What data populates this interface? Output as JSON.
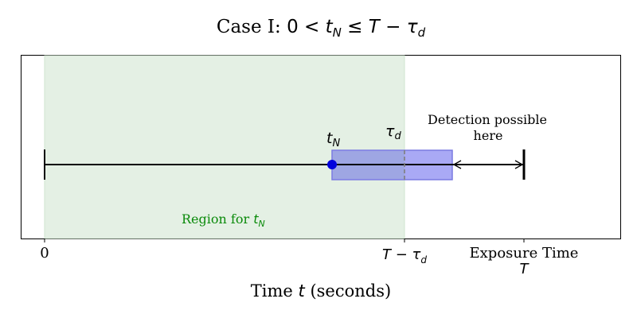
{
  "title": {
    "prefix": "Case I: ",
    "expr": [
      {
        "t": "0 < ",
        "i": false
      },
      {
        "t": "t",
        "i": true
      },
      {
        "t": "N",
        "i": true,
        "sub": true
      },
      {
        "t": " ≤ ",
        "i": false
      },
      {
        "t": "T",
        "i": true
      },
      {
        "t": " − ",
        "i": false
      },
      {
        "t": "τ",
        "i": true
      },
      {
        "t": "d",
        "i": true,
        "sub": true
      }
    ]
  },
  "xlabel": {
    "pre": "Time ",
    "var": "t",
    "post": " (seconds)"
  },
  "ticks": {
    "zero": "0",
    "t_minus_tau": [
      {
        "t": "T",
        "i": true
      },
      {
        "t": " − ",
        "i": false
      },
      {
        "t": "τ",
        "i": true
      },
      {
        "t": "d",
        "i": true,
        "sub": true
      }
    ],
    "exposure_line1": "Exposure Time",
    "exposure_line2": "T"
  },
  "labels": {
    "tN": {
      "base": "t",
      "sub": "N"
    },
    "tau_d": {
      "base": "τ",
      "sub": "d"
    },
    "detection_line1": "Detection possible",
    "detection_line2": "here",
    "region": {
      "pre": "Region for ",
      "base": "t",
      "sub": "N"
    }
  },
  "colors": {
    "region_fill": "#e4f0e4",
    "region_edge": "#cfe5cf",
    "box_fill": "#a9a9f5",
    "box_edge": "#7a7ae0",
    "overlap_fill": "#9ea6e3",
    "point": "#0000dd",
    "region_text": "#0a8a0a",
    "dashed": "#7f7f7f",
    "axis": "#000000"
  }
}
